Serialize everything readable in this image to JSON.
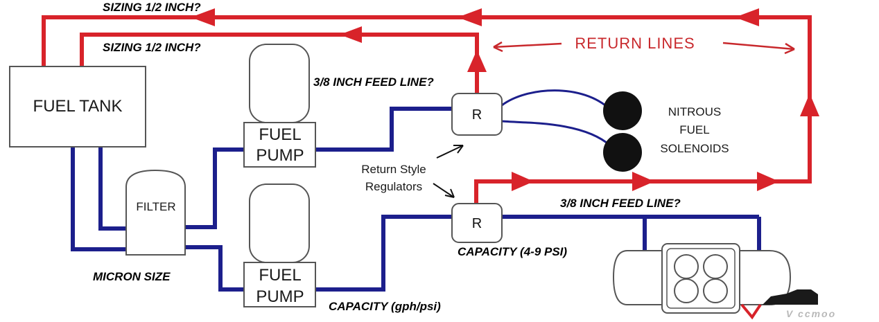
{
  "labels": {
    "sizing_top": "SIZING 1/2 INCH?",
    "sizing_second": "SIZING 1/2 INCH?",
    "return_lines": "RETURN LINES",
    "feed_line_upper": "3/8 INCH FEED LINE?",
    "feed_line_lower": "3/8 INCH  FEED LINE?",
    "fuel_tank": "FUEL TANK",
    "filter": "FILTER",
    "fuel_pump_top_line1": "FUEL",
    "fuel_pump_top_line2": "PUMP",
    "fuel_pump_bottom_line1": "FUEL",
    "fuel_pump_bottom_line2": "PUMP",
    "regulator_top": "R",
    "regulator_bottom": "R",
    "return_style_line1": "Return Style",
    "return_style_line2": "Regulators",
    "nitrous_line1": "NITROUS",
    "nitrous_line2": "FUEL",
    "nitrous_line3": "SOLENOIDS",
    "micron_size": "MICRON SIZE",
    "capacity_pump": "CAPACITY (gph/psi)",
    "capacity_regulator": "CAPACITY (4-9 PSI)",
    "logo_text": "V   ccmoo"
  },
  "colors": {
    "return_line": "#d8232a",
    "feed_line": "#1c1f8c",
    "outline": "#555555",
    "solenoid": "#111111",
    "return_label": "#c8282c"
  }
}
